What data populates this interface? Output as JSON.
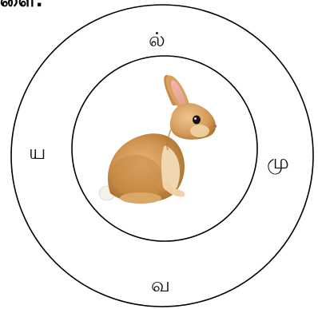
{
  "header": {
    "text": "ளை:"
  },
  "letters": {
    "top": "ல்",
    "left": "ய",
    "right": "மு",
    "bottom": "வ"
  },
  "image": {
    "subject": "rabbit"
  }
}
